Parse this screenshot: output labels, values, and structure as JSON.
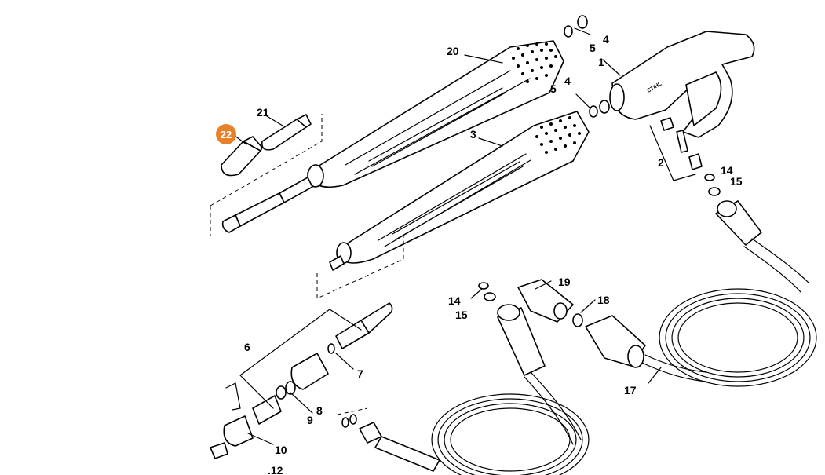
{
  "diagram": {
    "highlight_color": "#e8822a",
    "line_color": "#000000",
    "brand_mark": "STIHL",
    "labels": {
      "l1": "1",
      "l2": "2",
      "l3": "3",
      "l4a": "4",
      "l4b": "4",
      "l5a": "5",
      "l5b": "5",
      "l6": "6",
      "l7": "7",
      "l8": "8",
      "l9": "9",
      "l10": "10",
      "l12": ".12",
      "l14a": "14",
      "l14b": "14",
      "l15a": "15",
      "l15b": "15",
      "l17": "17",
      "l18": "18",
      "l19": "19",
      "l20": "20",
      "l21": "21",
      "l22": "22"
    }
  }
}
